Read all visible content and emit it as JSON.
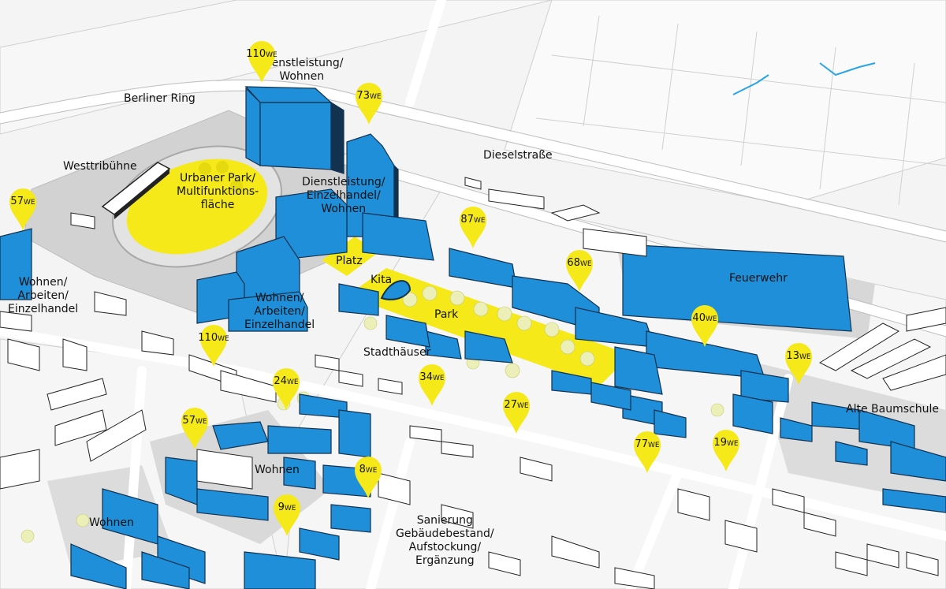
{
  "colors": {
    "building_new": "#1e8fd8",
    "building_side": "#13324f",
    "building_old": "#ffffff",
    "green_space": "#f5e91a",
    "plaza": "#cfcfcf",
    "street": "#ffffff",
    "block_ground": "#f2f2f2",
    "river": "#2aa4e6"
  },
  "streets": {
    "berliner_ring": "Berliner Ring",
    "dieselstrasse": "Dieselstraße"
  },
  "areas": {
    "westtribuene": "Westtribühne",
    "urbaner_park": "Urbaner Park/\nMultifunktions-\nfläche",
    "platz": "Platz",
    "kita": "Kita",
    "park": "Park",
    "stadthaeuser": "Stadthäuser",
    "feuerwehr": "Feuerwehr",
    "alte_baumschule": "Alte Baumschule",
    "dienstleistung_wohnen": "Dienstleistung/\nWohnen",
    "dienstleistung_einzelhandel_wohnen": "Dienstleistung/\nEinzelhandel/\nWohnen",
    "wohnen_arbeiten_einzelhandel_west": "Wohnen/\nArbeiten/\nEinzelhandel",
    "wohnen_arbeiten_einzelhandel_mid": "Wohnen/\nArbeiten/\nEinzelhandel",
    "wohnen_1": "Wohnen",
    "wohnen_2": "Wohnen",
    "sanierung": "Sanierung\nGebäudebestand/\nAufstockung/\nErgänzung"
  },
  "unit_suffix": "WE",
  "pins": [
    {
      "value": "110"
    },
    {
      "value": "73"
    },
    {
      "value": "57"
    },
    {
      "value": "87"
    },
    {
      "value": "68"
    },
    {
      "value": "40"
    },
    {
      "value": "13"
    },
    {
      "value": "110"
    },
    {
      "value": "34"
    },
    {
      "value": "27"
    },
    {
      "value": "24"
    },
    {
      "value": "57"
    },
    {
      "value": "8"
    },
    {
      "value": "9"
    },
    {
      "value": "77"
    },
    {
      "value": "19"
    }
  ]
}
